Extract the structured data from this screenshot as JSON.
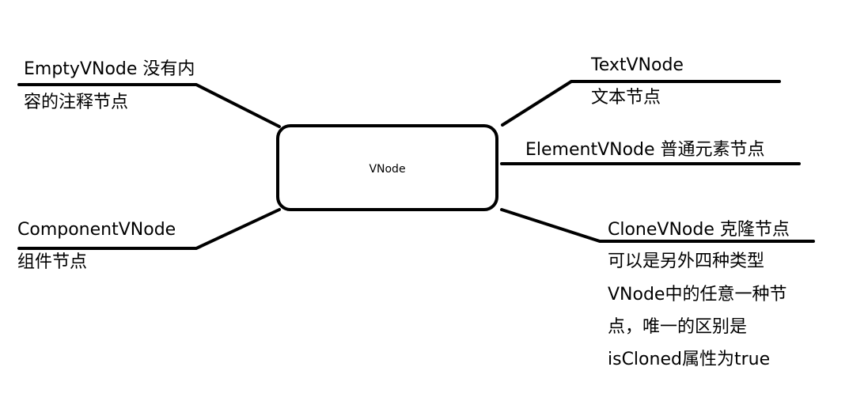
{
  "center": {
    "label": "VNode"
  },
  "nodes": {
    "empty": {
      "line1": "EmptyVNode 没有内",
      "line2": "容的注释节点"
    },
    "text": {
      "line1": "TextVNode",
      "line2": "文本节点"
    },
    "element": {
      "line1": "ElementVNode 普通元素节点"
    },
    "component": {
      "line1": "ComponentVNode",
      "line2": "组件节点"
    },
    "clone": {
      "line1": "CloneVNode 克隆节点",
      "line2": "可以是另外四种类型",
      "line3": "VNode中的任意一种节",
      "line4": "点，唯一的区别是",
      "line5": "isCloned属性为true"
    }
  },
  "colors": {
    "line": "#000000",
    "background": "#ffffff"
  }
}
